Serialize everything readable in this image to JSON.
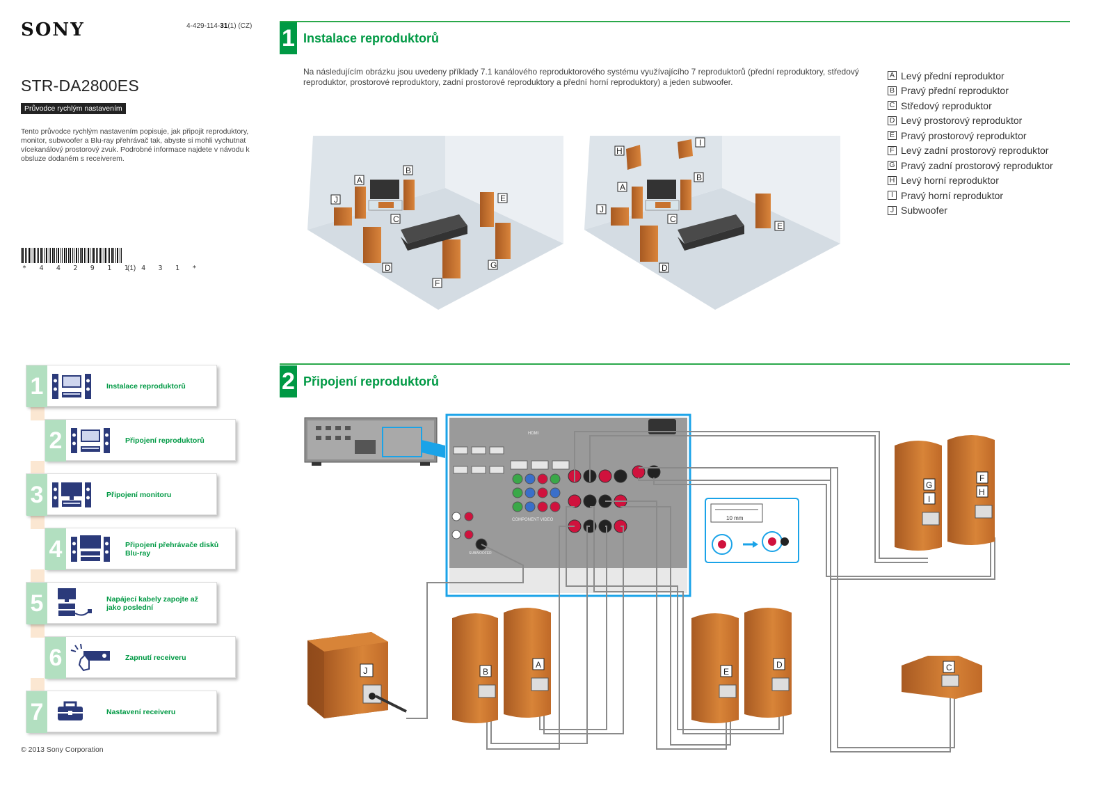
{
  "header": {
    "brand": "SONY",
    "doc_number_prefix": "4-429-114-",
    "doc_number_bold": "31",
    "doc_number_suffix": "(1) (CZ)",
    "model": "STR-DA2800ES",
    "guide_badge": "Průvodce rychlým nastavením",
    "intro": "Tento průvodce rychlým nastavením popisuje, jak připojit reproduktory, monitor, subwoofer a Blu-ray přehrávač tak, abyste si mohli vychutnat vícekanálový prostorový zvuk. Podrobné informace najdete v návodu k obsluze dodaném s receiverem."
  },
  "barcode": {
    "digits": "* 4 4 2 9 1 1 4 3 1 *",
    "suffix": "(1)"
  },
  "steps": [
    {
      "num": "1",
      "label": "Instalace reproduktorů",
      "icon": "speaker-setup-icon"
    },
    {
      "num": "2",
      "label": "Připojení reproduktorů",
      "icon": "speaker-connection-icon"
    },
    {
      "num": "3",
      "label": "Připojení monitoru",
      "icon": "monitor-connection-icon"
    },
    {
      "num": "4",
      "label": "Připojení přehrávače disků Blu-ray",
      "icon": "bluray-connection-icon"
    },
    {
      "num": "5",
      "label": "Napájecí kabely zapojte až jako poslední",
      "icon": "power-cable-icon"
    },
    {
      "num": "6",
      "label": "Zapnutí receiveru",
      "icon": "power-on-icon"
    },
    {
      "num": "7",
      "label": "Nastavení receiveru",
      "icon": "toolbox-icon"
    }
  ],
  "copyright": "© 2013 Sony Corporation",
  "section1": {
    "num": "1",
    "title": "Instalace reproduktorů",
    "description": "Na následujícím obrázku jsou uvedeny příklady 7.1 kanálového reproduktorového systému využívajícího 7 reproduktorů (přední reproduktory, středový reproduktor, prostorové reproduktory, zadní prostorové reproduktory a přední horní reproduktory) a jeden subwoofer.",
    "legend": [
      {
        "key": "A",
        "label": "Levý přední reproduktor"
      },
      {
        "key": "B",
        "label": "Pravý přední reproduktor"
      },
      {
        "key": "C",
        "label": "Středový reproduktor"
      },
      {
        "key": "D",
        "label": "Levý prostorový reproduktor"
      },
      {
        "key": "E",
        "label": "Pravý prostorový reproduktor"
      },
      {
        "key": "F",
        "label": "Levý zadní prostorový reproduktor"
      },
      {
        "key": "G",
        "label": "Pravý zadní prostorový reproduktor"
      },
      {
        "key": "H",
        "label": "Levý horní reproduktor"
      },
      {
        "key": "I",
        "label": "Pravý horní reproduktor"
      },
      {
        "key": "J",
        "label": "Subwoofer"
      }
    ]
  },
  "section2": {
    "num": "2",
    "title": "Připojení reproduktorů",
    "wire_strip": "10 mm",
    "panel_labels": {
      "hdmi": "HDMI",
      "component": "COMPONENT VIDEO",
      "subwoofer": "SUBWOOFER"
    },
    "speaker_tags": {
      "sub": "J",
      "front_b": "B",
      "front_a": "A",
      "surr_e": "E",
      "surr_d": "D",
      "back_g": "G",
      "height_i": "I",
      "back_f": "F",
      "height_h": "H",
      "center": "C"
    }
  },
  "colors": {
    "accent_green": "#009944",
    "step_number_bg": "#b2dfc0",
    "speaker_wood": "#c8732f",
    "panel_gray": "#9a9a9a",
    "highlight_blue": "#1aa3e8",
    "terminal_red": "#d0123d"
  }
}
